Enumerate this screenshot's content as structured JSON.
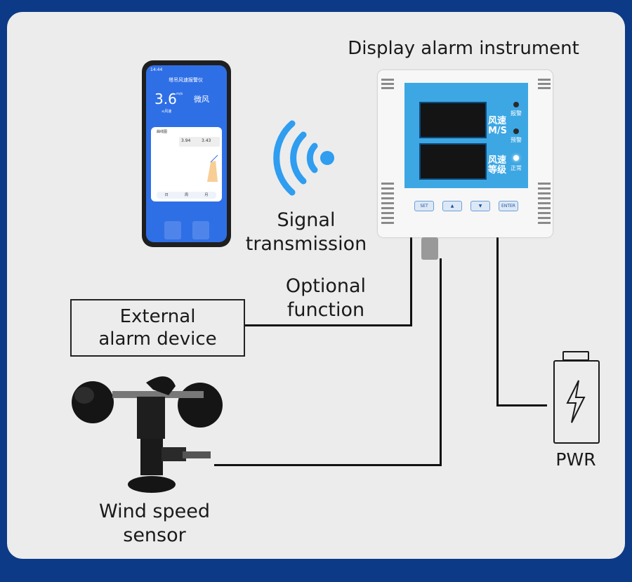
{
  "labels": {
    "instrument": "Display alarm instrument",
    "signal_line1": "Signal",
    "signal_line2": "transmission",
    "optional_line1": "Optional",
    "optional_line2": "function",
    "external_line1": "External",
    "external_line2": "alarm device",
    "wind_line1": "Wind speed",
    "wind_line2": "sensor",
    "power": "PWR"
  },
  "phone": {
    "time": "14:44",
    "app_title": "塔吊风速报警仪",
    "value": "3.6",
    "unit": "m/s",
    "level": "微风",
    "sub": "≤风速",
    "card_title": "曲线图",
    "val_a": "3.94",
    "val_b": "3.43",
    "tabs": [
      "日",
      "周",
      "月"
    ]
  },
  "instrument": {
    "row1": [
      "风速",
      "M/S"
    ],
    "row2": [
      "风速",
      "等级"
    ],
    "indicators": [
      "报警",
      "预警",
      "正常"
    ],
    "buttons": [
      "SET",
      "▲",
      "▼",
      "ENTER"
    ]
  },
  "colors": {
    "background": "#0c3a86",
    "panel": "#ececec",
    "instrument_face": "#3da7e4",
    "phone_screen": "#2f6fe6",
    "wifi": "#2f9df0"
  }
}
